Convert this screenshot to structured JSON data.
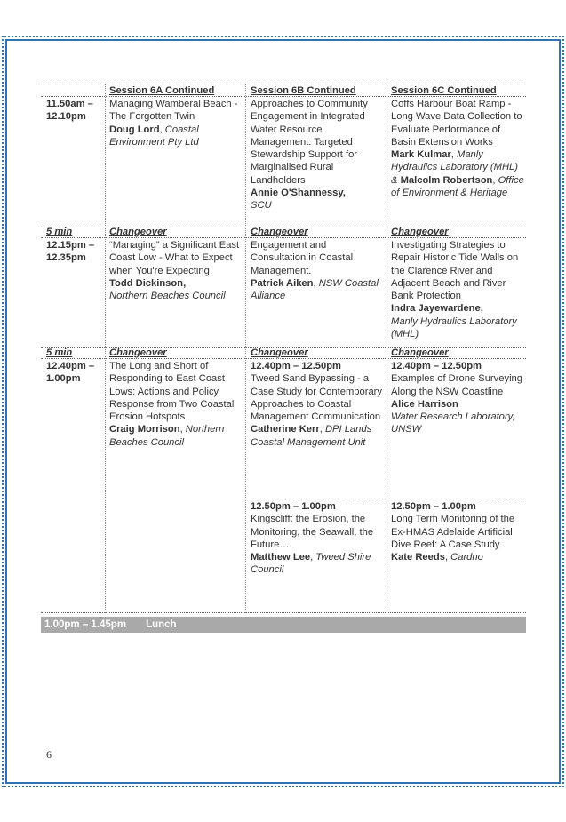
{
  "page_number": "6",
  "headers": {
    "a": "Session 6A Continued",
    "b": "Session 6B Continued",
    "c": "Session 6C Continued"
  },
  "slot1": {
    "time": "11.50am – 12.10pm",
    "a": {
      "title": "Managing Wamberal Beach - The Forgotten Twin",
      "speaker": "Doug Lord",
      "org": "Coastal Environment Pty Ltd"
    },
    "b": {
      "title": "Approaches to Community Engagement in Integrated Water Resource Management: Targeted Stewardship Support for Marginalised Rural Landholders",
      "speaker": "Annie O'Shannessy",
      "org": "SCU"
    },
    "c": {
      "title": "Coffs Harbour Boat Ramp - Long Wave Data Collection to Evaluate Performance of Basin Extension Works",
      "speaker": "Mark Kulmar",
      "org": "Manly Hydraulics Laboratory (MHL)",
      "and": "&",
      "speaker2": "Malcolm Robertson",
      "org2": "Office of Environment & Heritage"
    }
  },
  "change1": {
    "duration": "5 min",
    "a": "Changeover",
    "b": "Changeover",
    "c": "Changeover"
  },
  "slot2": {
    "time": "12.15pm – 12.35pm",
    "a": {
      "title": "“Managing” a Significant East Coast Low - What to Expect when You're Expecting",
      "speaker": "Todd Dickinson",
      "org": "Northern Beaches Council"
    },
    "b": {
      "title": "Engagement and Consultation in Coastal Management.",
      "speaker": "Patrick Aiken",
      "org": "NSW Coastal Alliance"
    },
    "c": {
      "title": "Investigating Strategies to Repair Historic Tide Walls on the Clarence River and Adjacent Beach and River Bank Protection",
      "speaker": "Indra Jayewardene",
      "org": "Manly Hydraulics Laboratory (MHL)"
    }
  },
  "change2": {
    "duration": "5 min",
    "a": "Changeover",
    "b": "Changeover",
    "c": "Changeover"
  },
  "slot3": {
    "time": "12.40pm – 1.00pm",
    "a": {
      "title": "The Long and Short of Responding to East Coast Lows: Actions and Policy Response from Two Coastal Erosion Hotspots",
      "speaker": "Craig Morrison",
      "org": "Northern Beaches Council"
    },
    "b1": {
      "time": "12.40pm – 12.50pm",
      "title": "Tweed Sand Bypassing - a Case Study for Contemporary Approaches to Coastal Management Communication",
      "speaker": "Catherine Kerr",
      "org": "DPI Lands Coastal Management Unit"
    },
    "c1": {
      "time": "12.40pm – 12.50pm",
      "title": "Examples of Drone Surveying Along the NSW Coastline",
      "speaker": "Alice Harrison",
      "org": "Water Research Laboratory, UNSW"
    },
    "b2": {
      "time": "12.50pm – 1.00pm",
      "title": "Kingscliff: the Erosion, the Monitoring, the Seawall, the Future…",
      "speaker": "Matthew Lee",
      "org": "Tweed Shire Council"
    },
    "c2": {
      "time": "12.50pm – 1.00pm",
      "title": "Long Term Monitoring of the Ex-HMAS Adelaide Artificial Dive Reef: A Case Study",
      "speaker": "Kate Reeds",
      "org": "Cardno"
    }
  },
  "lunch": {
    "time": "1.00pm – 1.45pm",
    "label": "Lunch"
  }
}
